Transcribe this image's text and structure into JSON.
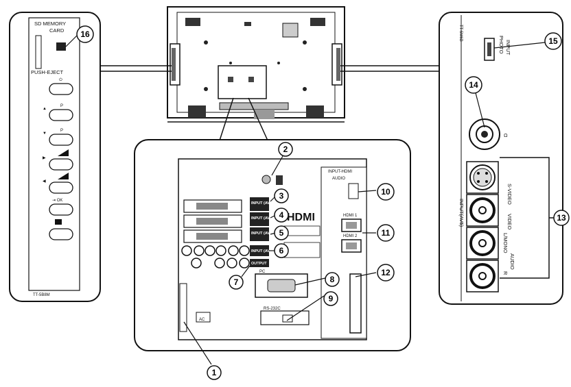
{
  "left_panel": {
    "sd_memory": "SD MEMORY",
    "card": "CARD",
    "push_eject": "PUSH-EJECT",
    "model_code": "TT-5B8M"
  },
  "right_panel": {
    "model_code": "TT-5M6B",
    "photo": "PHOTO",
    "input": "INPUT",
    "input_av5": "INPUT(AV5)",
    "video": "VIDEO",
    "s_video": "S-VIDEO",
    "l_mono": "L/MONO",
    "audio": "AUDIO",
    "r": "R"
  },
  "main_panel": {
    "hdmi": "HDMI",
    "ac": "AC",
    "input_av1": "INPUT (AV1)",
    "input_av2": "INPUT (AV2)",
    "input_av3": "INPUT (AV3)",
    "input_av4": "INPUT (AV4)",
    "output": "OUTPUT",
    "input_hdmi": "INPUT-HDMI",
    "audio": "AUDIO",
    "hdmi1": "HDMI 1",
    "hdmi2": "HDMI 2",
    "pc": "PC",
    "rs232c": "RS-232C"
  },
  "callouts": [
    "1",
    "2",
    "3",
    "4",
    "5",
    "6",
    "7",
    "8",
    "9",
    "10",
    "11",
    "12",
    "13",
    "14",
    "15",
    "16"
  ]
}
